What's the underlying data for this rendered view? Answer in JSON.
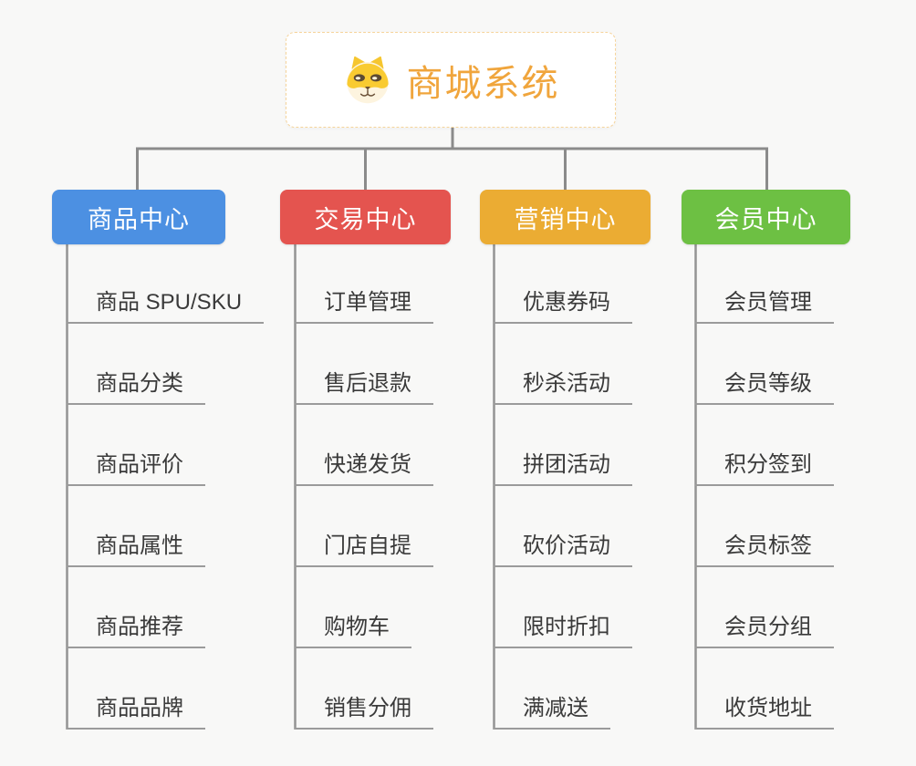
{
  "root": {
    "title": "商城系统",
    "icon": "shiba-dog-icon",
    "accent_color": "#f0a53c",
    "border_color": "#f6d49a"
  },
  "branches": [
    {
      "label": "商品中心",
      "color": "#4c90e2",
      "items": [
        "商品 SPU/SKU",
        "商品分类",
        "商品评价",
        "商品属性",
        "商品推荐",
        "商品品牌"
      ]
    },
    {
      "label": "交易中心",
      "color": "#e4544f",
      "items": [
        "订单管理",
        "售后退款",
        "快递发货",
        "门店自提",
        "购物车",
        "销售分佣"
      ]
    },
    {
      "label": "营销中心",
      "color": "#ebac33",
      "items": [
        "优惠券码",
        "秒杀活动",
        "拼团活动",
        "砍价活动",
        "限时折扣",
        "满减送"
      ]
    },
    {
      "label": "会员中心",
      "color": "#6dc043",
      "items": [
        "会员管理",
        "会员等级",
        "积分签到",
        "会员标签",
        "会员分组",
        "收货地址"
      ]
    }
  ],
  "colors": {
    "background": "#f8f8f7",
    "connector": "#8b8b8b",
    "child_underline": "#9b9b9b",
    "child_text": "#3a3a3a"
  }
}
